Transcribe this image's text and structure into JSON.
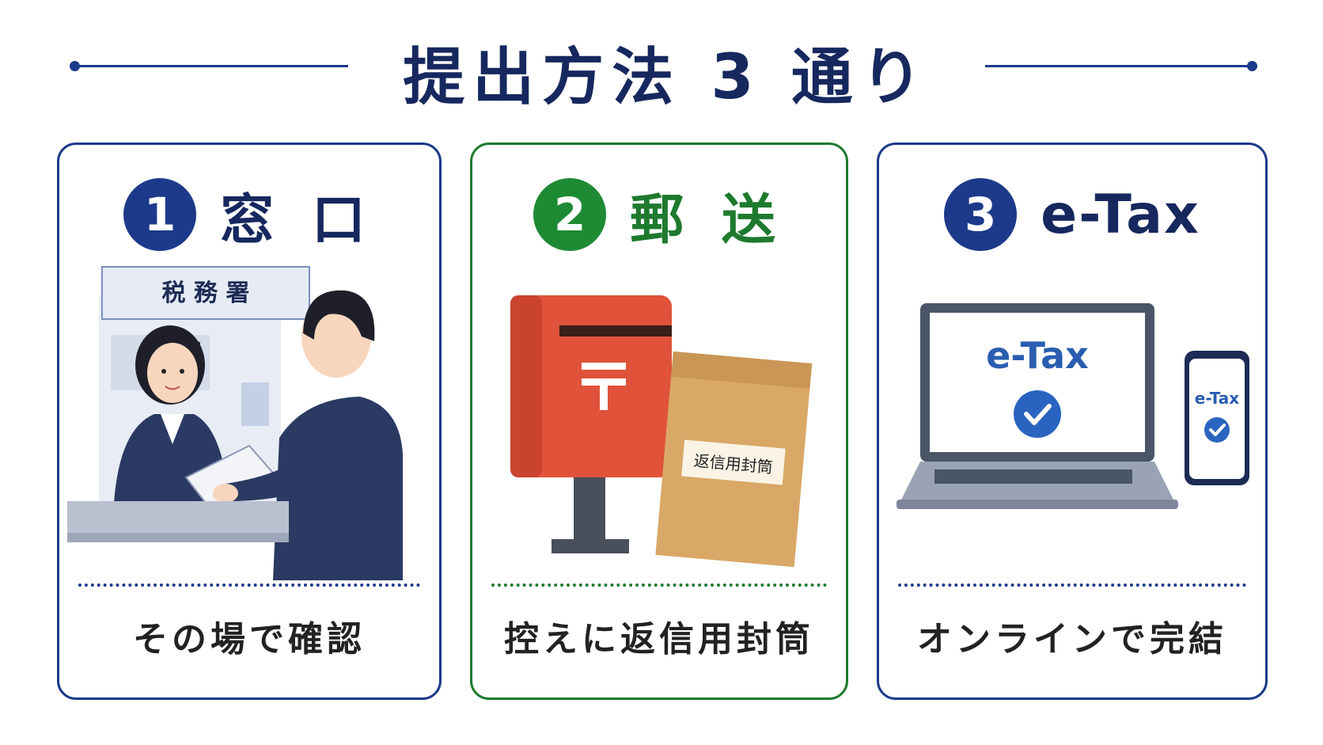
{
  "header": {
    "title": "提出方法 3 通り"
  },
  "cards": [
    {
      "number": "1",
      "title": "窓 口",
      "sign": "税 務 署",
      "caption": "その場で確認"
    },
    {
      "number": "2",
      "title": "郵 送",
      "label": "返信用封筒",
      "caption": "控えに返信用封筒"
    },
    {
      "number": "3",
      "title": "e-Tax",
      "screen_text": "e-Tax",
      "phone_text": "e-Tax",
      "caption": "オンラインで完結"
    }
  ],
  "colors": {
    "navy": "#1d3a8a",
    "green": "#1e7a2e",
    "postbox_red": "#e0523a",
    "envelope": "#d9a866"
  }
}
